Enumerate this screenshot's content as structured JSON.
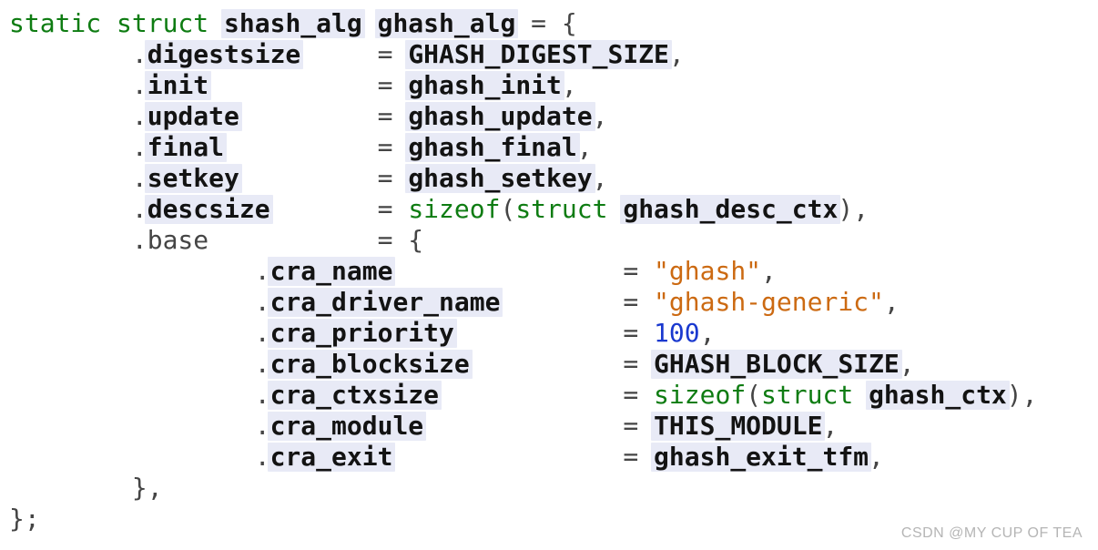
{
  "window": {
    "background": "#ffffff"
  },
  "watermark": {
    "text": "CSDN @MY CUP OF TEA",
    "color": "#b5b5b5"
  },
  "colors": {
    "keyword": "#0e7c12",
    "identifier": "#131313",
    "identifier_highlight": "#e8eaf6",
    "punctuation": "#454545",
    "string": "#cc6a12",
    "number": "#1a39cf"
  },
  "code": {
    "language": "c",
    "token_names": {
      "kw": "token-keyword",
      "id": "token-identifier",
      "pu": "token-punctuation",
      "st": "token-string",
      "nu": "token-number",
      "ws": "token-whitespace"
    },
    "lines": [
      [
        {
          "s": "kw",
          "t": "static struct "
        },
        {
          "s": "id",
          "t": "shash_alg"
        },
        {
          "s": "ws",
          "t": " "
        },
        {
          "s": "id",
          "t": "ghash_alg"
        },
        {
          "s": "pu",
          "t": " = {"
        }
      ],
      [
        {
          "s": "ws",
          "t": "        "
        },
        {
          "s": "pu",
          "t": "."
        },
        {
          "s": "id",
          "t": "digestsize"
        },
        {
          "s": "ws",
          "t": "     "
        },
        {
          "s": "pu",
          "t": "= "
        },
        {
          "s": "id",
          "t": "GHASH_DIGEST_SIZE"
        },
        {
          "s": "pu",
          "t": ","
        }
      ],
      [
        {
          "s": "ws",
          "t": "        "
        },
        {
          "s": "pu",
          "t": "."
        },
        {
          "s": "id",
          "t": "init"
        },
        {
          "s": "ws",
          "t": "           "
        },
        {
          "s": "pu",
          "t": "= "
        },
        {
          "s": "id",
          "t": "ghash_init"
        },
        {
          "s": "pu",
          "t": ","
        }
      ],
      [
        {
          "s": "ws",
          "t": "        "
        },
        {
          "s": "pu",
          "t": "."
        },
        {
          "s": "id",
          "t": "update"
        },
        {
          "s": "ws",
          "t": "         "
        },
        {
          "s": "pu",
          "t": "= "
        },
        {
          "s": "id",
          "t": "ghash_update"
        },
        {
          "s": "pu",
          "t": ","
        }
      ],
      [
        {
          "s": "ws",
          "t": "        "
        },
        {
          "s": "pu",
          "t": "."
        },
        {
          "s": "id",
          "t": "final"
        },
        {
          "s": "ws",
          "t": "          "
        },
        {
          "s": "pu",
          "t": "= "
        },
        {
          "s": "id",
          "t": "ghash_final"
        },
        {
          "s": "pu",
          "t": ","
        }
      ],
      [
        {
          "s": "ws",
          "t": "        "
        },
        {
          "s": "pu",
          "t": "."
        },
        {
          "s": "id",
          "t": "setkey"
        },
        {
          "s": "ws",
          "t": "         "
        },
        {
          "s": "pu",
          "t": "= "
        },
        {
          "s": "id",
          "t": "ghash_setkey"
        },
        {
          "s": "pu",
          "t": ","
        }
      ],
      [
        {
          "s": "ws",
          "t": "        "
        },
        {
          "s": "pu",
          "t": "."
        },
        {
          "s": "id",
          "t": "descsize"
        },
        {
          "s": "ws",
          "t": "       "
        },
        {
          "s": "pu",
          "t": "= "
        },
        {
          "s": "kw",
          "t": "sizeof"
        },
        {
          "s": "pu",
          "t": "("
        },
        {
          "s": "kw",
          "t": "struct"
        },
        {
          "s": "ws",
          "t": " "
        },
        {
          "s": "id",
          "t": "ghash_desc_ctx"
        },
        {
          "s": "pu",
          "t": "),"
        }
      ],
      [
        {
          "s": "ws",
          "t": "        "
        },
        {
          "s": "pu",
          "t": ".base"
        },
        {
          "s": "ws",
          "t": "           "
        },
        {
          "s": "pu",
          "t": "= {"
        }
      ],
      [
        {
          "s": "ws",
          "t": "                "
        },
        {
          "s": "pu",
          "t": "."
        },
        {
          "s": "id",
          "t": "cra_name"
        },
        {
          "s": "ws",
          "t": "               "
        },
        {
          "s": "pu",
          "t": "= "
        },
        {
          "s": "st",
          "t": "\"ghash\""
        },
        {
          "s": "pu",
          "t": ","
        }
      ],
      [
        {
          "s": "ws",
          "t": "                "
        },
        {
          "s": "pu",
          "t": "."
        },
        {
          "s": "id",
          "t": "cra_driver_name"
        },
        {
          "s": "ws",
          "t": "        "
        },
        {
          "s": "pu",
          "t": "= "
        },
        {
          "s": "st",
          "t": "\"ghash-generic\""
        },
        {
          "s": "pu",
          "t": ","
        }
      ],
      [
        {
          "s": "ws",
          "t": "                "
        },
        {
          "s": "pu",
          "t": "."
        },
        {
          "s": "id",
          "t": "cra_priority"
        },
        {
          "s": "ws",
          "t": "           "
        },
        {
          "s": "pu",
          "t": "= "
        },
        {
          "s": "nu",
          "t": "100"
        },
        {
          "s": "pu",
          "t": ","
        }
      ],
      [
        {
          "s": "ws",
          "t": "                "
        },
        {
          "s": "pu",
          "t": "."
        },
        {
          "s": "id",
          "t": "cra_blocksize"
        },
        {
          "s": "ws",
          "t": "          "
        },
        {
          "s": "pu",
          "t": "= "
        },
        {
          "s": "id",
          "t": "GHASH_BLOCK_SIZE"
        },
        {
          "s": "pu",
          "t": ","
        }
      ],
      [
        {
          "s": "ws",
          "t": "                "
        },
        {
          "s": "pu",
          "t": "."
        },
        {
          "s": "id",
          "t": "cra_ctxsize"
        },
        {
          "s": "ws",
          "t": "            "
        },
        {
          "s": "pu",
          "t": "= "
        },
        {
          "s": "kw",
          "t": "sizeof"
        },
        {
          "s": "pu",
          "t": "("
        },
        {
          "s": "kw",
          "t": "struct"
        },
        {
          "s": "ws",
          "t": " "
        },
        {
          "s": "id",
          "t": "ghash_ctx"
        },
        {
          "s": "pu",
          "t": "),"
        }
      ],
      [
        {
          "s": "ws",
          "t": "                "
        },
        {
          "s": "pu",
          "t": "."
        },
        {
          "s": "id",
          "t": "cra_module"
        },
        {
          "s": "ws",
          "t": "             "
        },
        {
          "s": "pu",
          "t": "= "
        },
        {
          "s": "id",
          "t": "THIS_MODULE"
        },
        {
          "s": "pu",
          "t": ","
        }
      ],
      [
        {
          "s": "ws",
          "t": "                "
        },
        {
          "s": "pu",
          "t": "."
        },
        {
          "s": "id",
          "t": "cra_exit"
        },
        {
          "s": "ws",
          "t": "               "
        },
        {
          "s": "pu",
          "t": "= "
        },
        {
          "s": "id",
          "t": "ghash_exit_tfm"
        },
        {
          "s": "pu",
          "t": ","
        }
      ],
      [
        {
          "s": "ws",
          "t": "        "
        },
        {
          "s": "pu",
          "t": "},"
        }
      ],
      [
        {
          "s": "pu",
          "t": "};"
        }
      ]
    ]
  }
}
